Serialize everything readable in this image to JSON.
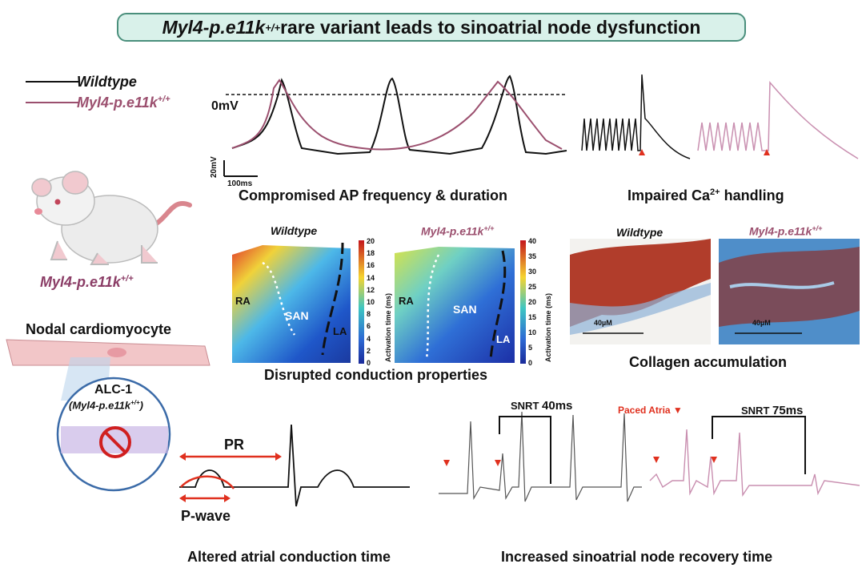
{
  "title": {
    "gene": "Myl4-p.e11k",
    "superscript": "+/+",
    "rest": " rare variant leads to sinoatrial node dysfunction"
  },
  "legend": {
    "wildtype": "Wildtype",
    "mutant": "Myl4-p.e11k",
    "mutant_sup": "+/+"
  },
  "mouse": {
    "label": "Myl4-p.e11k",
    "label_sup": "+/+"
  },
  "ap_panel": {
    "zero_label": "0mV",
    "scale_v": "20mV",
    "scale_t": "100ms",
    "caption": "Compromised AP frequency & duration"
  },
  "ca_panel": {
    "caption_pre": "Impaired Ca",
    "caption_sup": "2+",
    "caption_post": " handling"
  },
  "maps": {
    "wt_title": "Wildtype",
    "mut_title": "Myl4-p.e11k",
    "mut_sup": "+/+",
    "ra": "RA",
    "san": "SAN",
    "la": "LA",
    "axis_label": "Activation time (ms)",
    "wt_ticks": [
      "20",
      "18",
      "16",
      "14",
      "12",
      "10",
      "8",
      "6",
      "4",
      "2",
      "0"
    ],
    "mut_ticks": [
      "40",
      "35",
      "30",
      "25",
      "20",
      "15",
      "10",
      "5",
      "0"
    ],
    "caption": "Disrupted conduction properties"
  },
  "histology": {
    "wt_title": "Wildtype",
    "mut_title": "Myl4-p.e11k",
    "mut_sup": "+/+",
    "scale_wt": "40µM",
    "scale_mut": "40µM",
    "caption": "Collagen accumulation"
  },
  "cell": {
    "label": "Nodal cardiomyocyte",
    "alc": "ALC-1",
    "alc_sub": "(Myl4-p.e11k",
    "alc_sub_sup": "+/+",
    "alc_sub_end": ")"
  },
  "ecg": {
    "pr": "PR",
    "pwave": "P-wave",
    "caption": "Altered atrial conduction time"
  },
  "snrt": {
    "wt_label": "SNRT",
    "wt_value": "40ms",
    "paced": "Paced Atria",
    "mut_label": "SNRT",
    "mut_value": "75ms",
    "caption": "Increased sinoatrial node recovery time"
  },
  "colors": {
    "wildtype": "#111111",
    "mutant": "#9b4f6e",
    "mutant_light": "#c98fb0",
    "accent_red": "#e0301e",
    "title_bg": "#d9f1ea"
  }
}
